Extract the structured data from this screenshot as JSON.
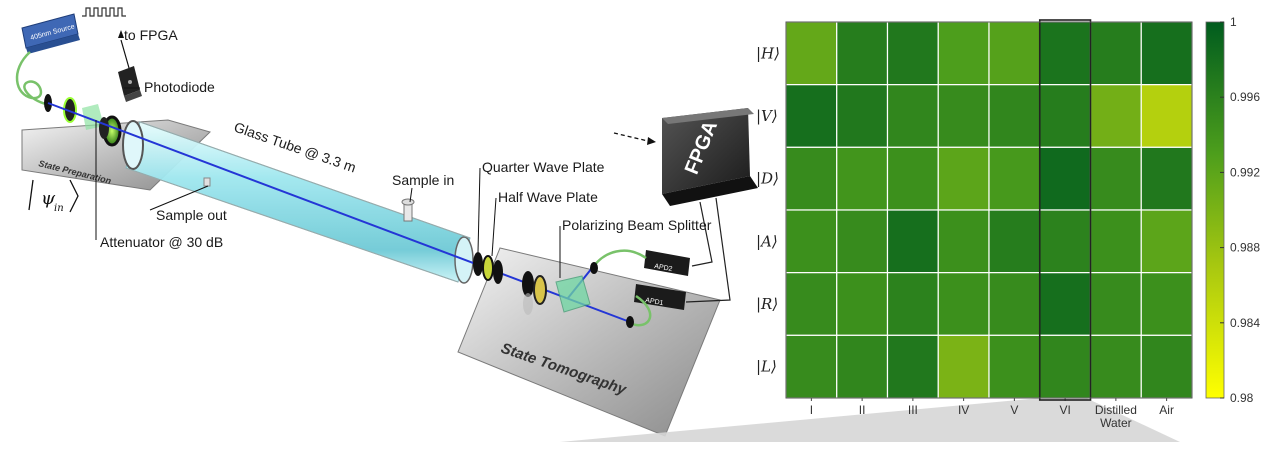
{
  "diagram": {
    "source_label": "405nm Source",
    "to_fpga": "to FPGA",
    "photodiode": "Photodiode",
    "state_preparation": "State Preparation",
    "psi_in": "ψ",
    "psi_sub": "in",
    "attenuator": "Attenuator @ 30 dB",
    "sample_out": "Sample out",
    "glass_tube": "Glass Tube @ 3.3 m",
    "sample_in": "Sample in",
    "quarter_wave_plate": "Quarter Wave Plate",
    "half_wave_plate": "Half Wave Plate",
    "polarizing_beam_splitter": "Polarizing Beam Splitter",
    "fpga": "FPGA",
    "apd1": "APD1",
    "apd2": "APD2",
    "state_tomography": "State Tomography"
  },
  "chart_data": {
    "type": "heatmap",
    "rows": [
      "|H⟩",
      "|V⟩",
      "|D⟩",
      "|A⟩",
      "|R⟩",
      "|L⟩"
    ],
    "columns": [
      "I",
      "II",
      "III",
      "IV",
      "V",
      "VI",
      "Distilled Water",
      "Air"
    ],
    "column_label_lines": [
      [
        "I"
      ],
      [
        "II"
      ],
      [
        "III"
      ],
      [
        "IV"
      ],
      [
        "V"
      ],
      [
        "VI"
      ],
      [
        "Distilled",
        "Water"
      ],
      [
        "Air"
      ]
    ],
    "values": [
      [
        0.9915,
        0.9965,
        0.997,
        0.993,
        0.9925,
        0.9975,
        0.9965,
        0.998
      ],
      [
        0.998,
        0.997,
        0.9955,
        0.995,
        0.9955,
        0.9965,
        0.9905,
        0.986
      ],
      [
        0.995,
        0.994,
        0.9945,
        0.992,
        0.9935,
        0.9985,
        0.995,
        0.997
      ],
      [
        0.9945,
        0.995,
        0.998,
        0.9945,
        0.9965,
        0.996,
        0.9945,
        0.992
      ],
      [
        0.995,
        0.9945,
        0.996,
        0.9945,
        0.995,
        0.998,
        0.995,
        0.9945
      ],
      [
        0.995,
        0.9955,
        0.997,
        0.99,
        0.9945,
        0.9955,
        0.995,
        0.9955
      ]
    ],
    "highlight_column": "VI",
    "colorbar": {
      "min": 0.98,
      "max": 1,
      "ticks": [
        "1",
        "0.996",
        "0.992",
        "0.988",
        "0.984",
        "0.98"
      ],
      "tick_values": [
        1,
        0.996,
        0.992,
        0.988,
        0.984,
        0.98
      ],
      "colors": [
        "#ffff00",
        "#005c1e"
      ]
    }
  }
}
